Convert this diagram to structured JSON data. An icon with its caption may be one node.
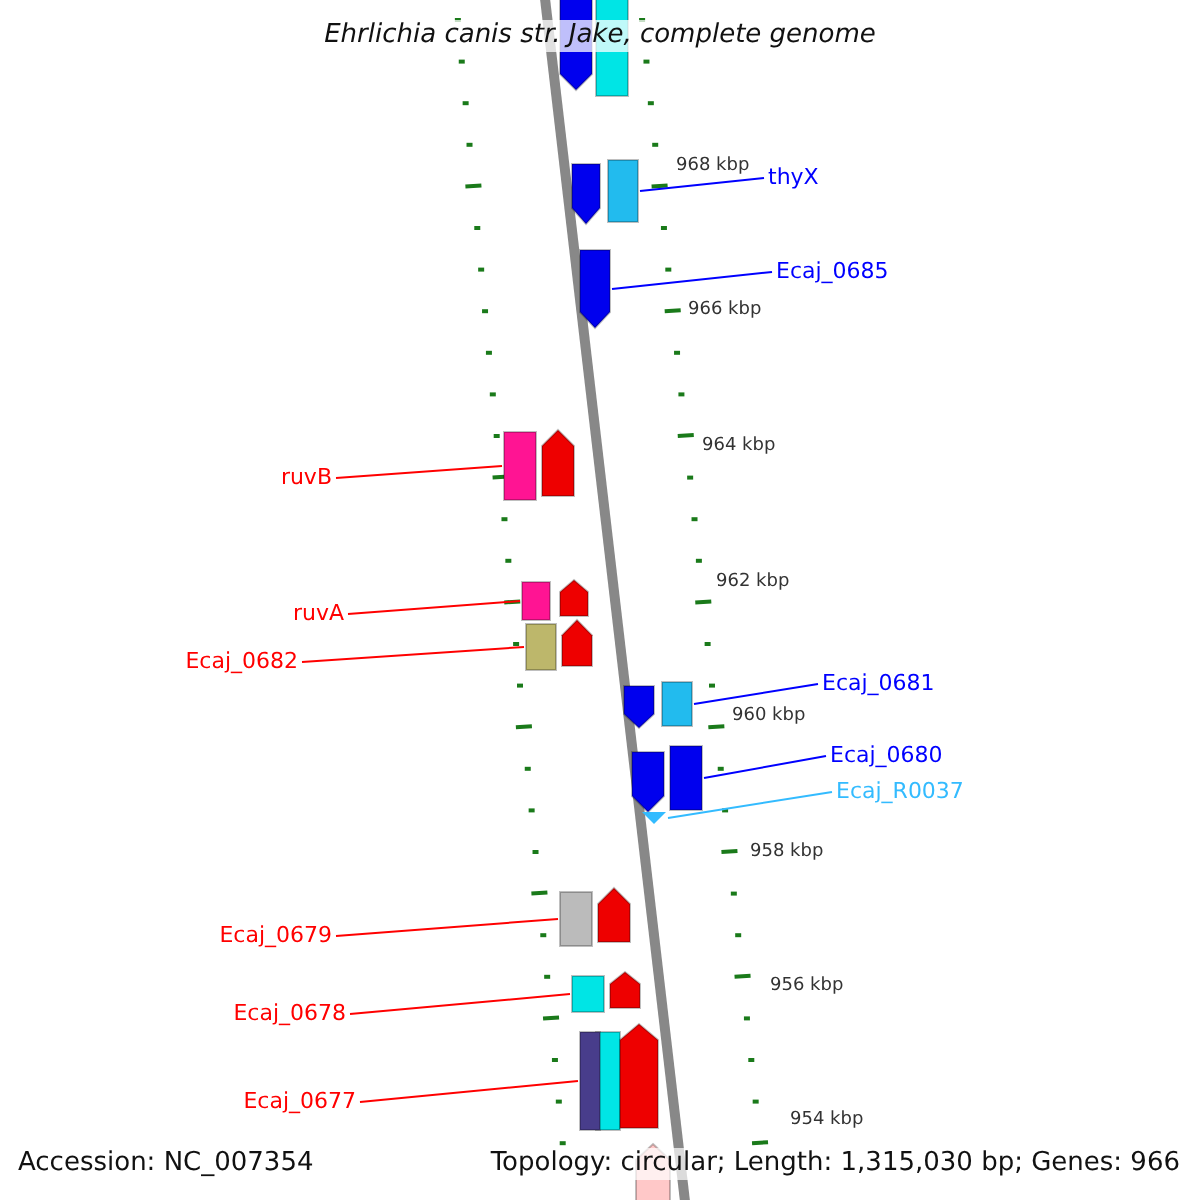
{
  "diagram": {
    "title": "Ehrlichia canis str. Jake, complete genome",
    "nodes": [
      {
        "text": [
          "thyX"
        ]
      },
      {
        "text": [
          "Ecaj_0685"
        ]
      },
      {
        "text": [
          "ruvB"
        ]
      },
      {
        "text": [
          "ruvA"
        ]
      },
      {
        "text": [
          "Ecaj_0682"
        ]
      },
      {
        "text": [
          "Ecaj_0681"
        ]
      },
      {
        "text": [
          "Ecaj_0680"
        ]
      },
      {
        "text": [
          "Ecaj_R0037"
        ]
      },
      {
        "text": [
          "Ecaj_0679"
        ]
      },
      {
        "text": [
          "Ecaj_0678"
        ]
      },
      {
        "text": [
          "Ecaj_0677"
        ]
      },
      {
        "text": [],
        "shape": "box"
      },
      {
        "text": [],
        "shape": "arrow"
      },
      {
        "text": [],
        "shape": "box"
      },
      {
        "text": [],
        "shape": "box"
      },
      {
        "text": [],
        "shape": "box"
      },
      {
        "text": [],
        "shape": "box"
      },
      {
        "text": [],
        "shape": "box"
      },
      {
        "text": [],
        "shape": "triangle"
      },
      {
        "text": [],
        "shape": "box"
      },
      {
        "text": [],
        "shape": "box"
      },
      {
        "text": [],
        "shape": "box"
      }
    ],
    "edges": [
      {
        "from": 0,
        "to": 11,
        "arrow": "none",
        "color": "#0000ff"
      },
      {
        "from": 1,
        "to": 12,
        "arrow": "none",
        "color": "#0000ff"
      },
      {
        "from": 2,
        "to": 13,
        "arrow": "none"
      },
      {
        "from": 3,
        "to": 14,
        "arrow": "none"
      },
      {
        "from": 4,
        "to": 15,
        "arrow": "none"
      },
      {
        "from": 5,
        "to": 16,
        "arrow": "none",
        "color": "#0000ff"
      },
      {
        "from": 6,
        "to": 17,
        "arrow": "none",
        "color": "#0000ff"
      },
      {
        "from": 7,
        "to": 18,
        "arrow": "none",
        "color": "#33bbff"
      },
      {
        "from": 8,
        "to": 19,
        "arrow": "none"
      },
      {
        "from": 9,
        "to": 20,
        "arrow": "none"
      },
      {
        "from": 10,
        "to": 21,
        "arrow": "none"
      }
    ],
    "labels": [
      "968 kbp",
      "966 kbp",
      "964 kbp",
      "962 kbp",
      "960 kbp",
      "958 kbp",
      "956 kbp",
      "954 kbp",
      "Accession: NC_007354",
      "Topology: circular; Length: 1,315,030 bp; Genes: 966"
    ]
  }
}
